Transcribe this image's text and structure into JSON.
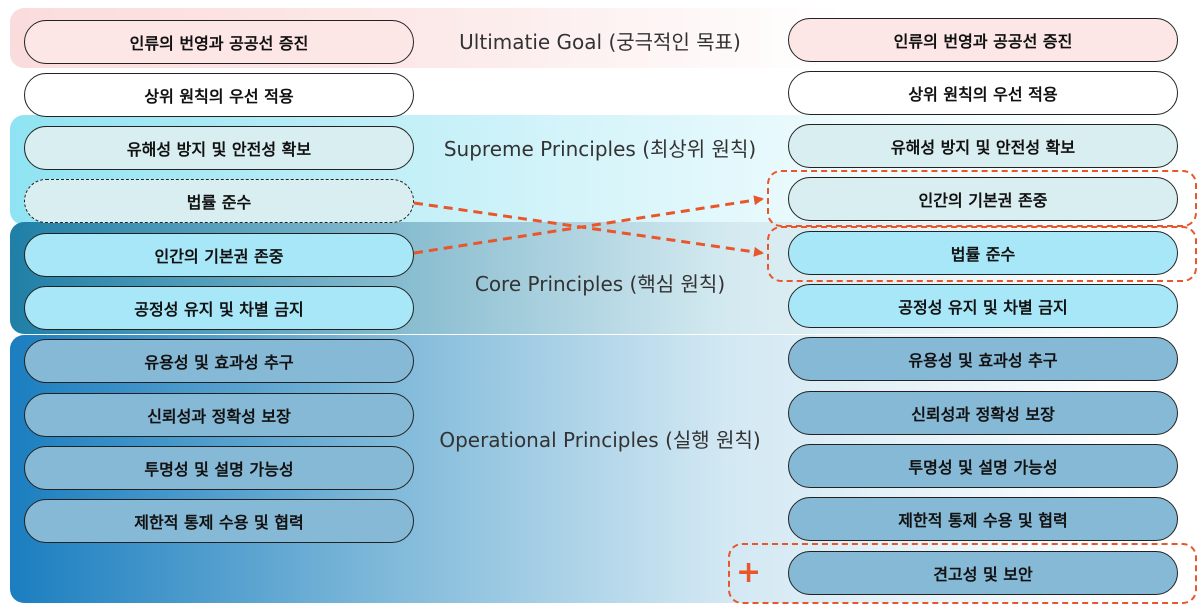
{
  "colors": {
    "accent": "#e8562a",
    "goal_fill": "#fde6e6",
    "supreme_fill": "#d9eef1",
    "core_fill": "#a8e7f7",
    "operational_fill": "#86b9d6"
  },
  "labels": {
    "ultimate": "Ultimatie Goal (궁극적인 목표)",
    "supreme": "Supreme Principles (최상위 원칙)",
    "core": "Core Principles (핵심 원칙)",
    "operational": "Operational Principles (실행 원칙)"
  },
  "left": [
    "인류의 번영과 공공선 증진",
    "상위 원칙의 우선 적용",
    "유해성 방지 및 안전성 확보",
    "법률 준수",
    "인간의 기본권 존중",
    "공정성 유지 및 차별 금지",
    "유용성 및 효과성 추구",
    "신뢰성과 정확성 보장",
    "투명성 및 설명 가능성",
    "제한적 통제 수용 및 협력"
  ],
  "right": [
    "인류의 번영과 공공선 증진",
    "상위 원칙의 우선 적용",
    "유해성 방지 및 안전성 확보",
    "인간의 기본권 존중",
    "법률 준수",
    "공정성 유지 및 차별 금지",
    "유용성 및 효과성 추구",
    "신뢰성과 정확성 보장",
    "투명성 및 설명 가능성",
    "제한적 통제 수용 및 협력",
    "견고성 및 보안"
  ],
  "added_marker": "+"
}
